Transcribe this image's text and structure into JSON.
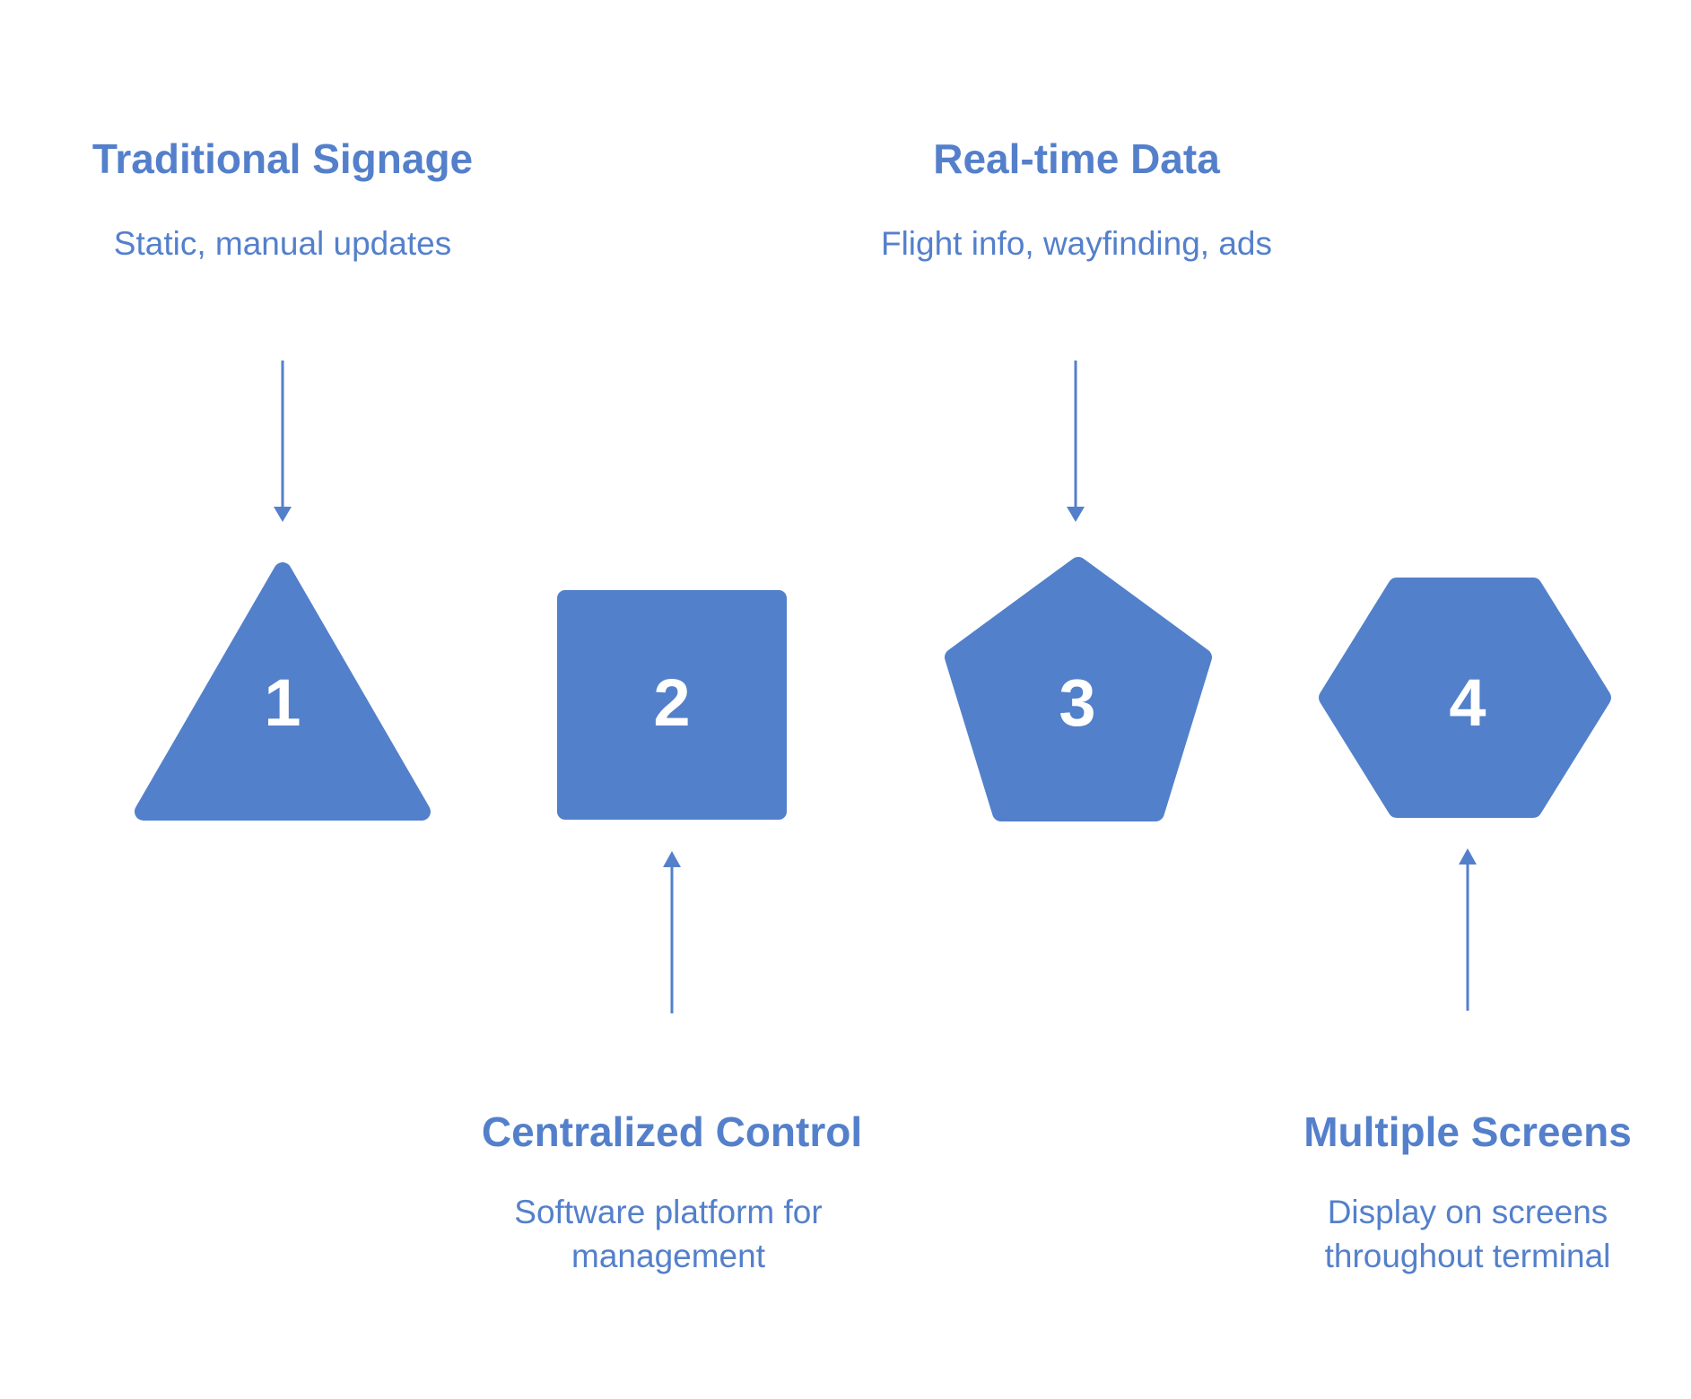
{
  "colors": {
    "accent": "#5480cb",
    "shape_fill": "#5280cb",
    "number_text": "#ffffff",
    "background": "#ffffff"
  },
  "steps": [
    {
      "number": "1",
      "shape": "triangle",
      "title": "Traditional Signage",
      "description": [
        "Static, manual updates"
      ],
      "label_position": "top"
    },
    {
      "number": "2",
      "shape": "square",
      "title": "Centralized Control",
      "description": [
        "Software platform for",
        "management"
      ],
      "label_position": "bottom"
    },
    {
      "number": "3",
      "shape": "pentagon",
      "title": "Real-time Data",
      "description": [
        "Flight info, wayfinding, ads"
      ],
      "label_position": "top"
    },
    {
      "number": "4",
      "shape": "hexagon",
      "title": "Multiple Screens",
      "description": [
        "Display on screens",
        "throughout terminal"
      ],
      "label_position": "bottom"
    }
  ]
}
